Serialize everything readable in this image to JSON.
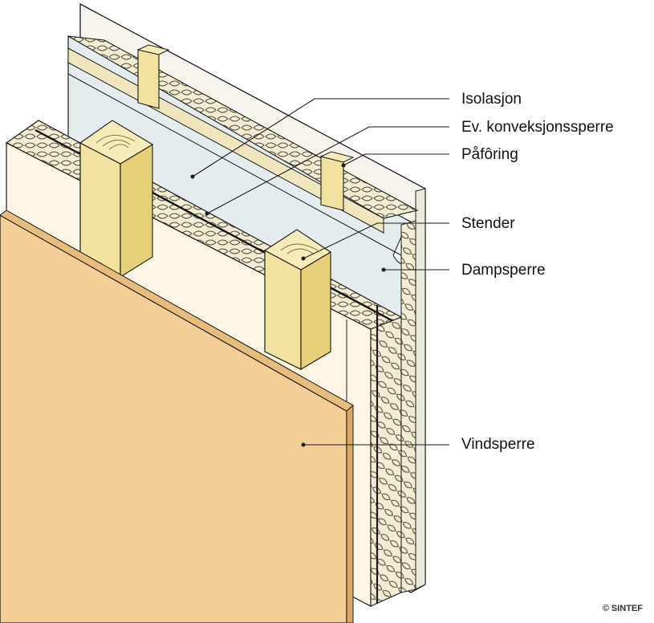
{
  "labels": {
    "isolasjon": "Isolasjon",
    "konveksjonssperre": "Ev. konveksjonssperre",
    "paforing": "Påfôring",
    "stender": "Stender",
    "dampsperre": "Dampsperre",
    "vindsperre": "Vindsperre"
  },
  "copyright": "© SINTEF",
  "colors": {
    "interior_board": "#f6f4ec",
    "vapor_barrier": "#e4ecf0",
    "insulation": "#f2ecd2",
    "insulation_face": "#fbf7e4",
    "stud": "#f2e2a0",
    "stud_side": "#e7cf78",
    "wind_barrier": "#f2cf96",
    "outline": "#1b1b1b"
  }
}
